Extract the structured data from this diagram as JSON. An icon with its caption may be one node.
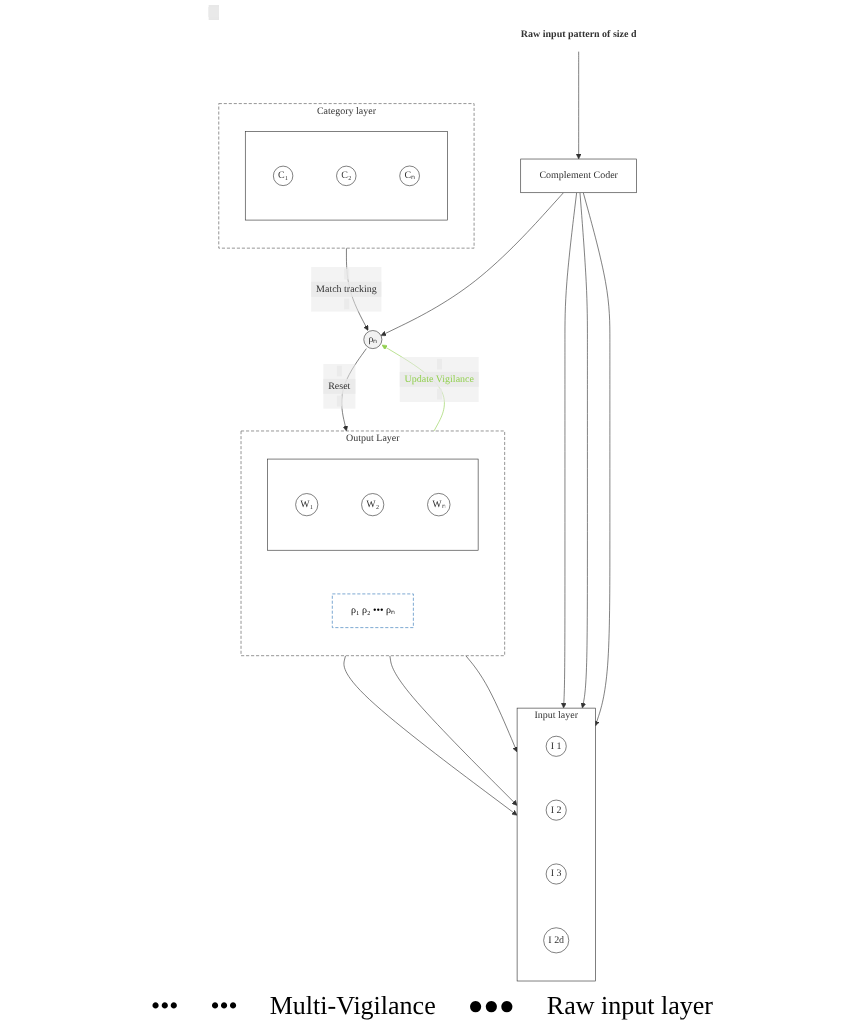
{
  "diagram": {
    "nodes": [
      {
        "text": [
          "Category layer"
        ]
      },
      {
        "text": [],
        "shape": "box",
        "in": 0
      },
      {
        "text": [
          "C₁"
        ],
        "in": 1
      },
      {
        "text": [
          "C₂"
        ],
        "in": 1
      },
      {
        "text": [
          "Cₙ"
        ],
        "in": 1
      },
      {
        "text": [
          "Output Layer"
        ]
      },
      {
        "text": [],
        "shape": "box",
        "in": 5
      },
      {
        "text": [
          "W₁"
        ],
        "in": 6
      },
      {
        "text": [
          "W₂"
        ],
        "in": 6
      },
      {
        "text": [
          "Wₙ"
        ],
        "in": 6
      },
      {
        "text": [
          "ρ₁ ρ₂ ••• ρₙ"
        ],
        "in": 5
      },
      {
        "text": [
          "ρₙ"
        ]
      },
      {
        "text": [],
        "shape": "box",
        "beside": [
          "Input layer"
        ]
      },
      {
        "text": [
          "I 1"
        ],
        "in": 12
      },
      {
        "text": [
          "I 2"
        ],
        "in": 12
      },
      {
        "text": [
          "I 3"
        ],
        "in": 12
      },
      {
        "text": [
          "I 2d"
        ],
        "in": 12
      },
      {
        "text": [
          "Complement Coder"
        ]
      },
      {
        "text": [
          "Raw input pattern of size d"
        ]
      }
    ],
    "edges": [
      {
        "from": 0,
        "to": 11,
        "arrow": "to",
        "label": "Match tracking"
      },
      {
        "from": 5,
        "to": 11,
        "arrow": "to",
        "label": "Update Vigilance",
        "color": "#92d050"
      },
      {
        "from": 11,
        "to": 5,
        "arrow": "to",
        "label": "Reset"
      },
      {
        "from": 5,
        "to": 12,
        "arrow": "to"
      },
      {
        "from": 5,
        "to": 12,
        "arrow": "to"
      },
      {
        "from": 5,
        "to": 12,
        "arrow": "to"
      },
      {
        "from": 17,
        "to": 12,
        "arrow": "to"
      },
      {
        "from": 17,
        "to": 12,
        "arrow": "to"
      },
      {
        "from": 17,
        "to": 12,
        "arrow": "to"
      },
      {
        "from": 17,
        "to": 11,
        "arrow": "to"
      },
      {
        "from": 18,
        "to": 17,
        "arrow": "to"
      }
    ],
    "labels": [
      "•••",
      "•••",
      "Multi-Vigilance",
      "●●●",
      "Raw input layer"
    ]
  }
}
